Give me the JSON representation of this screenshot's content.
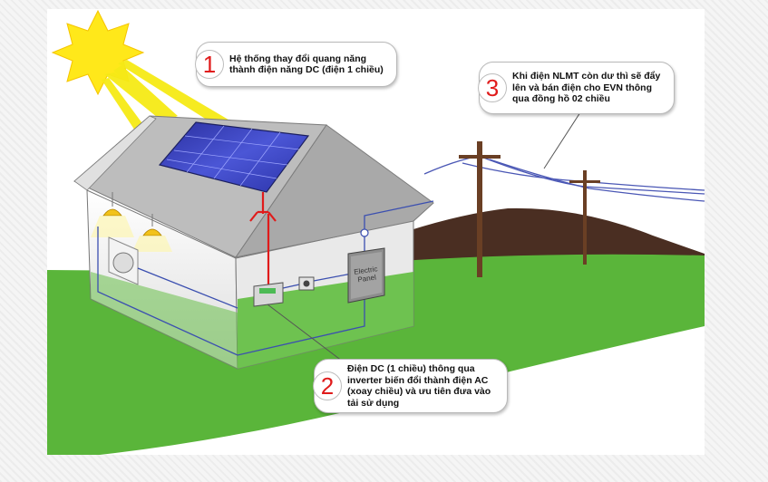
{
  "callouts": [
    {
      "number": "1",
      "text": "Hệ thống thay đổi quang năng thành điện năng DC (điện 1 chiều)"
    },
    {
      "number": "2",
      "text": "Điện DC (1 chiều) thông qua inverter biến đổi thành điện AC (xoay chiều) và ưu tiên đưa vào tải sử dụng"
    },
    {
      "number": "3",
      "text": "Khi điện NLMT còn dư thì sẽ đẩy lên và bán điện cho EVN thông qua đồng hồ 02 chiều"
    }
  ],
  "electric_panel_label": "Electric Panel",
  "colors": {
    "sun": "#ffe81a",
    "ground": "#5ab53a",
    "hill": "#4a2e22",
    "wire_dc": "#e01b1b",
    "wire_ac": "#3b4fb0",
    "number": "#e01b1b"
  }
}
